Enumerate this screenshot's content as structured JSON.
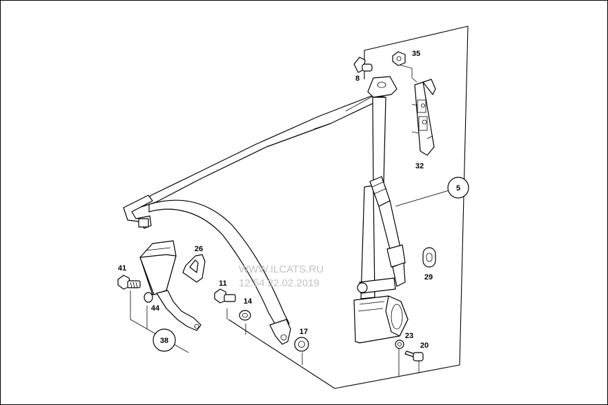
{
  "callouts": {
    "c5": "5",
    "c8": "8",
    "c11": "11",
    "c14": "14",
    "c17": "17",
    "c20": "20",
    "c23": "23",
    "c26": "26",
    "c29": "29",
    "c32": "32",
    "c35": "35",
    "c38": "38",
    "c41": "41",
    "c44": "44"
  },
  "watermark": {
    "site": "WWW.ILCATS.RU",
    "datetime": "12:54 22.02.2019"
  }
}
